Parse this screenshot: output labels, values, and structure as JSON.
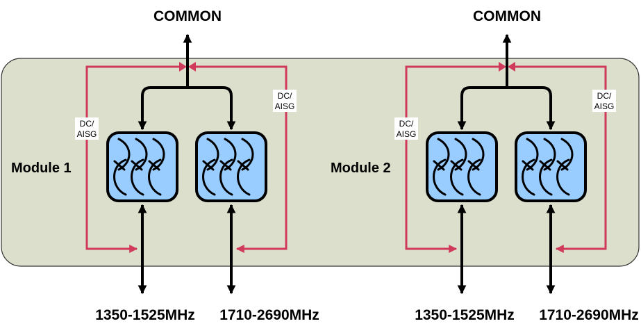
{
  "diagram": {
    "type": "combiner-module-block-diagram",
    "colors": {
      "panel_fill": "#dcdfcc",
      "panel_border": "#333333",
      "filter_fill": "#99ccff",
      "signal_line": "#000000",
      "dc_aisg_line": "#d03a5c",
      "background": "#ffffff"
    },
    "modules": [
      {
        "label": "Module 1",
        "common_label": "COMMON",
        "dc_aisg_left": [
          "DC/",
          "AISG"
        ],
        "dc_aisg_right": [
          "DC/",
          "AISG"
        ],
        "filters": [
          {
            "name": "filter-low-band",
            "icon": "bandpass-filter-icon"
          },
          {
            "name": "filter-high-band",
            "icon": "bandpass-filter-icon"
          }
        ],
        "ports": [
          {
            "label": "1350-1525MHz"
          },
          {
            "label": "1710-2690MHz"
          }
        ]
      },
      {
        "label": "Module 2",
        "common_label": "COMMON",
        "dc_aisg_left": [
          "DC/",
          "AISG"
        ],
        "dc_aisg_right": [
          "DC/",
          "AISG"
        ],
        "filters": [
          {
            "name": "filter-low-band",
            "icon": "bandpass-filter-icon"
          },
          {
            "name": "filter-high-band",
            "icon": "bandpass-filter-icon"
          }
        ],
        "ports": [
          {
            "label": "1350-1525MHz"
          },
          {
            "label": "1710-2690MHz"
          }
        ]
      }
    ]
  }
}
